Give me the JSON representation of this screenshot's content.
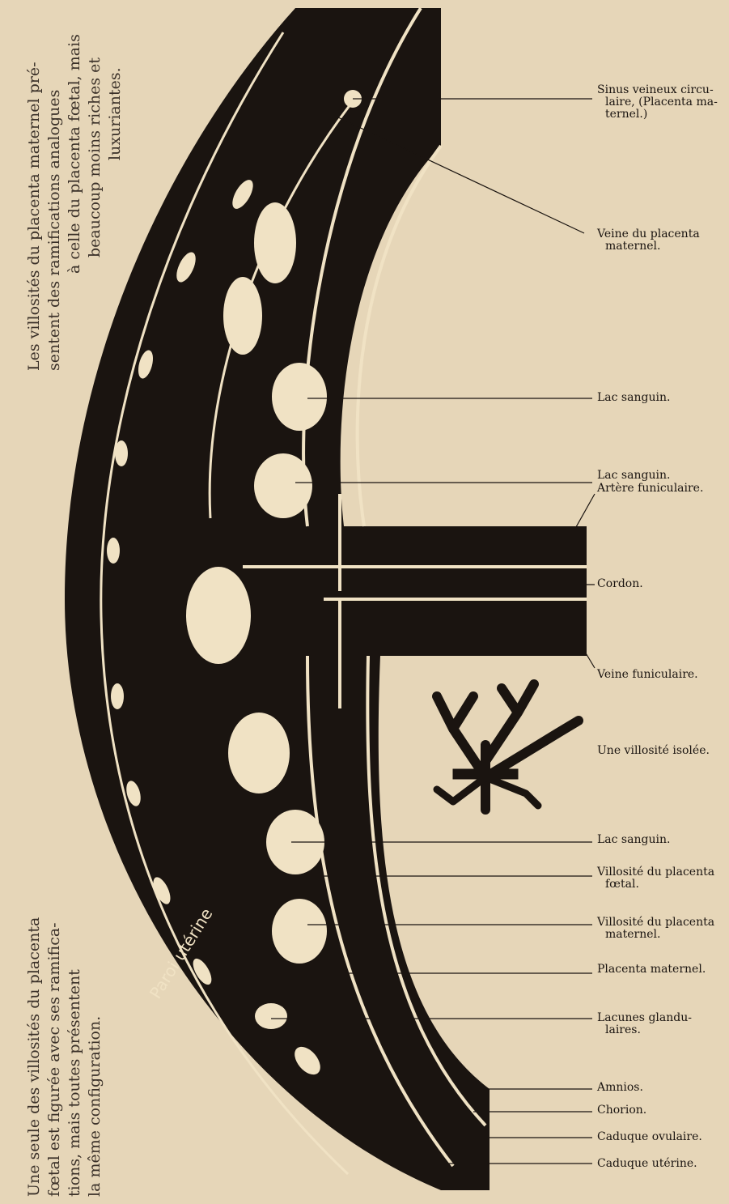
{
  "colors": {
    "paper": "#e6d6b8",
    "ink": "#1a1410",
    "light": "#f0e2c4"
  },
  "notes": {
    "top": [
      "Les villosités du placenta maternel pré-",
      "sentent des ramifications analogues",
      "à celle du placenta fœtal, mais",
      "beaucoup moins riches et",
      "luxuriantes."
    ],
    "bottom": [
      "Une seule des villosités du placenta",
      "fœtal est figurée avec ses ramifica-",
      "tions, mais toutes présentent",
      "la même configuration."
    ]
  },
  "wall_label": "Paroi utérine",
  "labels": [
    {
      "line1": "Sinus veineux circu-",
      "line2": "laire, (Placenta ma-",
      "line3": "ternel.)"
    },
    {
      "line1": "Veine du placenta",
      "line2": "maternel."
    },
    {
      "line1": "Lac sanguin."
    },
    {
      "line1": "Lac sanguin."
    },
    {
      "line1": "Artère funiculaire."
    },
    {
      "line1": "Cordon."
    },
    {
      "line1": "Veine funiculaire."
    },
    {
      "line1": "Une villosité isolée."
    },
    {
      "line1": "Lac sanguin."
    },
    {
      "line1": "Villosité du placenta",
      "line2": "fœtal."
    },
    {
      "line1": "Villosité du placenta",
      "line2": "maternel."
    },
    {
      "line1": "Placenta maternel."
    },
    {
      "line1": "Lacunes glandu-",
      "line2": "laires."
    },
    {
      "line1": "Amnios."
    },
    {
      "line1": "Chorion."
    },
    {
      "line1": "Caduque ovulaire."
    },
    {
      "line1": "Caduque utérine."
    }
  ]
}
